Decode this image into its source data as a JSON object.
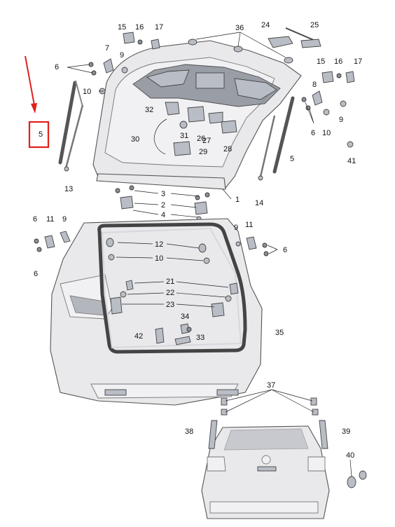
{
  "diagram": {
    "highlight_color": "#e0201b",
    "highlighted_part": "5",
    "parts": {
      "p1": "1",
      "p2a": "2",
      "p3": "3",
      "p4": "4",
      "p5_left": "5",
      "p5_right": "5",
      "p6_tl": "6",
      "p6_tr": "6",
      "p6_ml1": "6",
      "p6_ml2": "6",
      "p6_mr": "6",
      "p7": "7",
      "p8": "8",
      "p9_tl": "9",
      "p9_tr": "9",
      "p9_ml": "9",
      "p9_mr": "9",
      "p10_tl": "10",
      "p10_tr": "10",
      "p10_m": "10",
      "p11_l": "11",
      "p11_r": "11",
      "p12": "12",
      "p13": "13",
      "p14": "14",
      "p15_l": "15",
      "p15_r": "15",
      "p16_l": "16",
      "p16_r": "16",
      "p17_l": "17",
      "p17_r": "17",
      "p21": "21",
      "p22": "22",
      "p23": "23",
      "p24": "24",
      "p25": "25",
      "p26": "26",
      "p27": "27",
      "p28": "28",
      "p29": "29",
      "p30": "30",
      "p31": "31",
      "p32": "32",
      "p33": "33",
      "p34": "34",
      "p35": "35",
      "p36": "36",
      "p37": "37",
      "p38": "38",
      "p39": "39",
      "p40": "40",
      "p41": "41",
      "p42": "42"
    }
  }
}
